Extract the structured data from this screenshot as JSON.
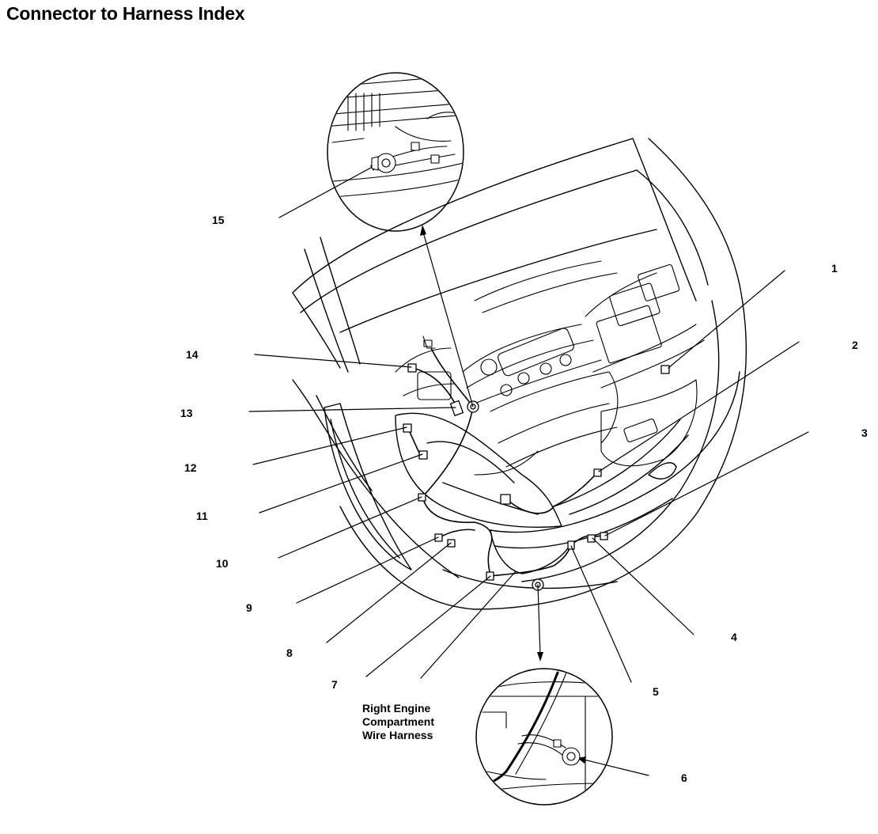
{
  "page": {
    "title": "Connector to Harness Index"
  },
  "callouts": [
    {
      "id": "1",
      "label": "1"
    },
    {
      "id": "2",
      "label": "2"
    },
    {
      "id": "3",
      "label": "3"
    },
    {
      "id": "4",
      "label": "4"
    },
    {
      "id": "5",
      "label": "5"
    },
    {
      "id": "6",
      "label": "6"
    },
    {
      "id": "7",
      "label": "7"
    },
    {
      "id": "8",
      "label": "8"
    },
    {
      "id": "9",
      "label": "9"
    },
    {
      "id": "10",
      "label": "10"
    },
    {
      "id": "11",
      "label": "11"
    },
    {
      "id": "12",
      "label": "12"
    },
    {
      "id": "13",
      "label": "13"
    },
    {
      "id": "14",
      "label": "14"
    },
    {
      "id": "15",
      "label": "15"
    }
  ],
  "harness_label": {
    "line1": "Right Engine",
    "line2": "Compartment",
    "line3": "Wire Harness"
  }
}
